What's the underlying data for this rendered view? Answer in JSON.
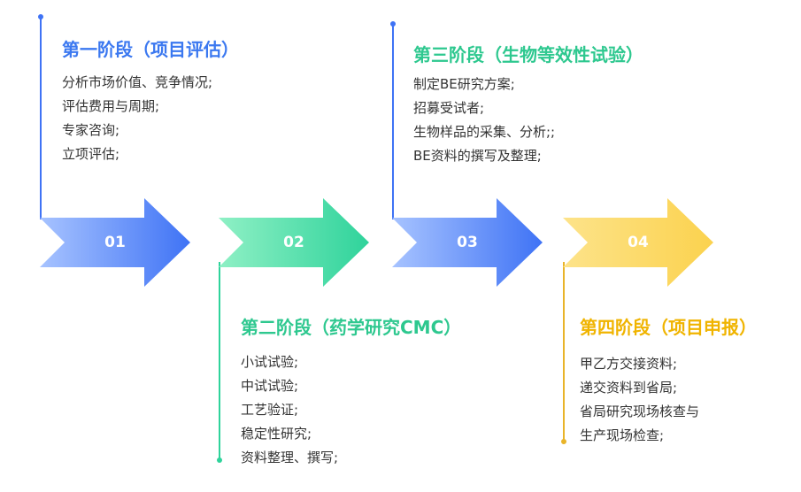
{
  "stages": [
    {
      "number": "01",
      "title": "第一阶段（项目评估）",
      "color": "#3b78f0",
      "items": [
        "分析市场价值、竞争情况;",
        "评估费用与周期;",
        "专家咨询;",
        "立项评估;"
      ]
    },
    {
      "number": "02",
      "title": "第二阶段（药学研究CMC）",
      "color": "#2ec88f",
      "items": [
        "小试试验;",
        "中试试验;",
        "工艺验证;",
        "稳定性研究;",
        "资料整理、撰写;"
      ]
    },
    {
      "number": "03",
      "title": "第三阶段（生物等效性试验）",
      "color": "#2ec88f",
      "items": [
        "制定BE研究方案;",
        "招募受试者;",
        "生物样品的采集、分析;;",
        "BE资料的撰写及整理;"
      ]
    },
    {
      "number": "04",
      "title": "第四阶段（项目申报）",
      "color": "#f0b400",
      "items": [
        "甲乙方交接资料;",
        "递交资料到省局;",
        "省局研究现场核查与",
        "生产现场检查;"
      ]
    }
  ],
  "colors": {
    "arrow1": [
      "#a7c3ff",
      "#3f73f5"
    ],
    "arrow2": [
      "#8ff0c5",
      "#2fd39b"
    ],
    "arrow3": [
      "#a7c3ff",
      "#3f73f5"
    ],
    "arrow4": [
      "#fde38a",
      "#fbd24e"
    ],
    "line_blue": "#3f73f5",
    "line_green": "#2fd39b",
    "line_yellow": "#e9b429"
  }
}
